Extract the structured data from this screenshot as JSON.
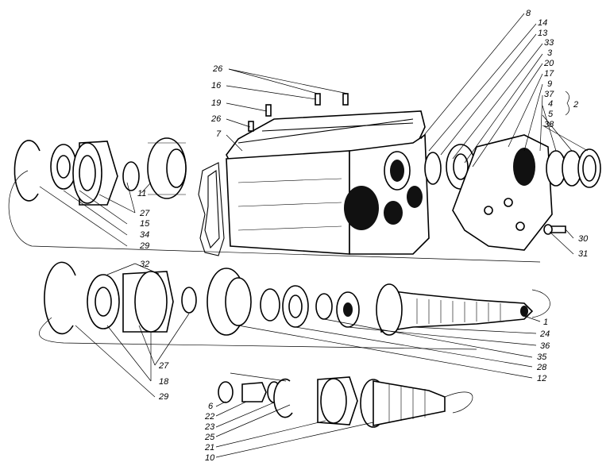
{
  "callouts": {
    "c8": "8",
    "c14": "14",
    "c13": "13",
    "c33": "33",
    "c3": "3",
    "c20": "20",
    "c17": "17",
    "c9": "9",
    "c37": "37",
    "c4": "4",
    "c5": "5",
    "c38": "38",
    "c2": "2",
    "c26a": "26",
    "c16": "16",
    "c19": "19",
    "c26b": "26",
    "c7": "7",
    "c11": "11",
    "c27a": "27",
    "c15": "15",
    "c34": "34",
    "c29a": "29",
    "c30": "30",
    "c31": "31",
    "c32": "32",
    "c27b": "27",
    "c18": "18",
    "c29b": "29",
    "c1": "1",
    "c24": "24",
    "c36": "36",
    "c35": "35",
    "c28": "28",
    "c12": "12",
    "c6": "6",
    "c22": "22",
    "c23": "23",
    "c25": "25",
    "c21": "21",
    "c10": "10"
  }
}
